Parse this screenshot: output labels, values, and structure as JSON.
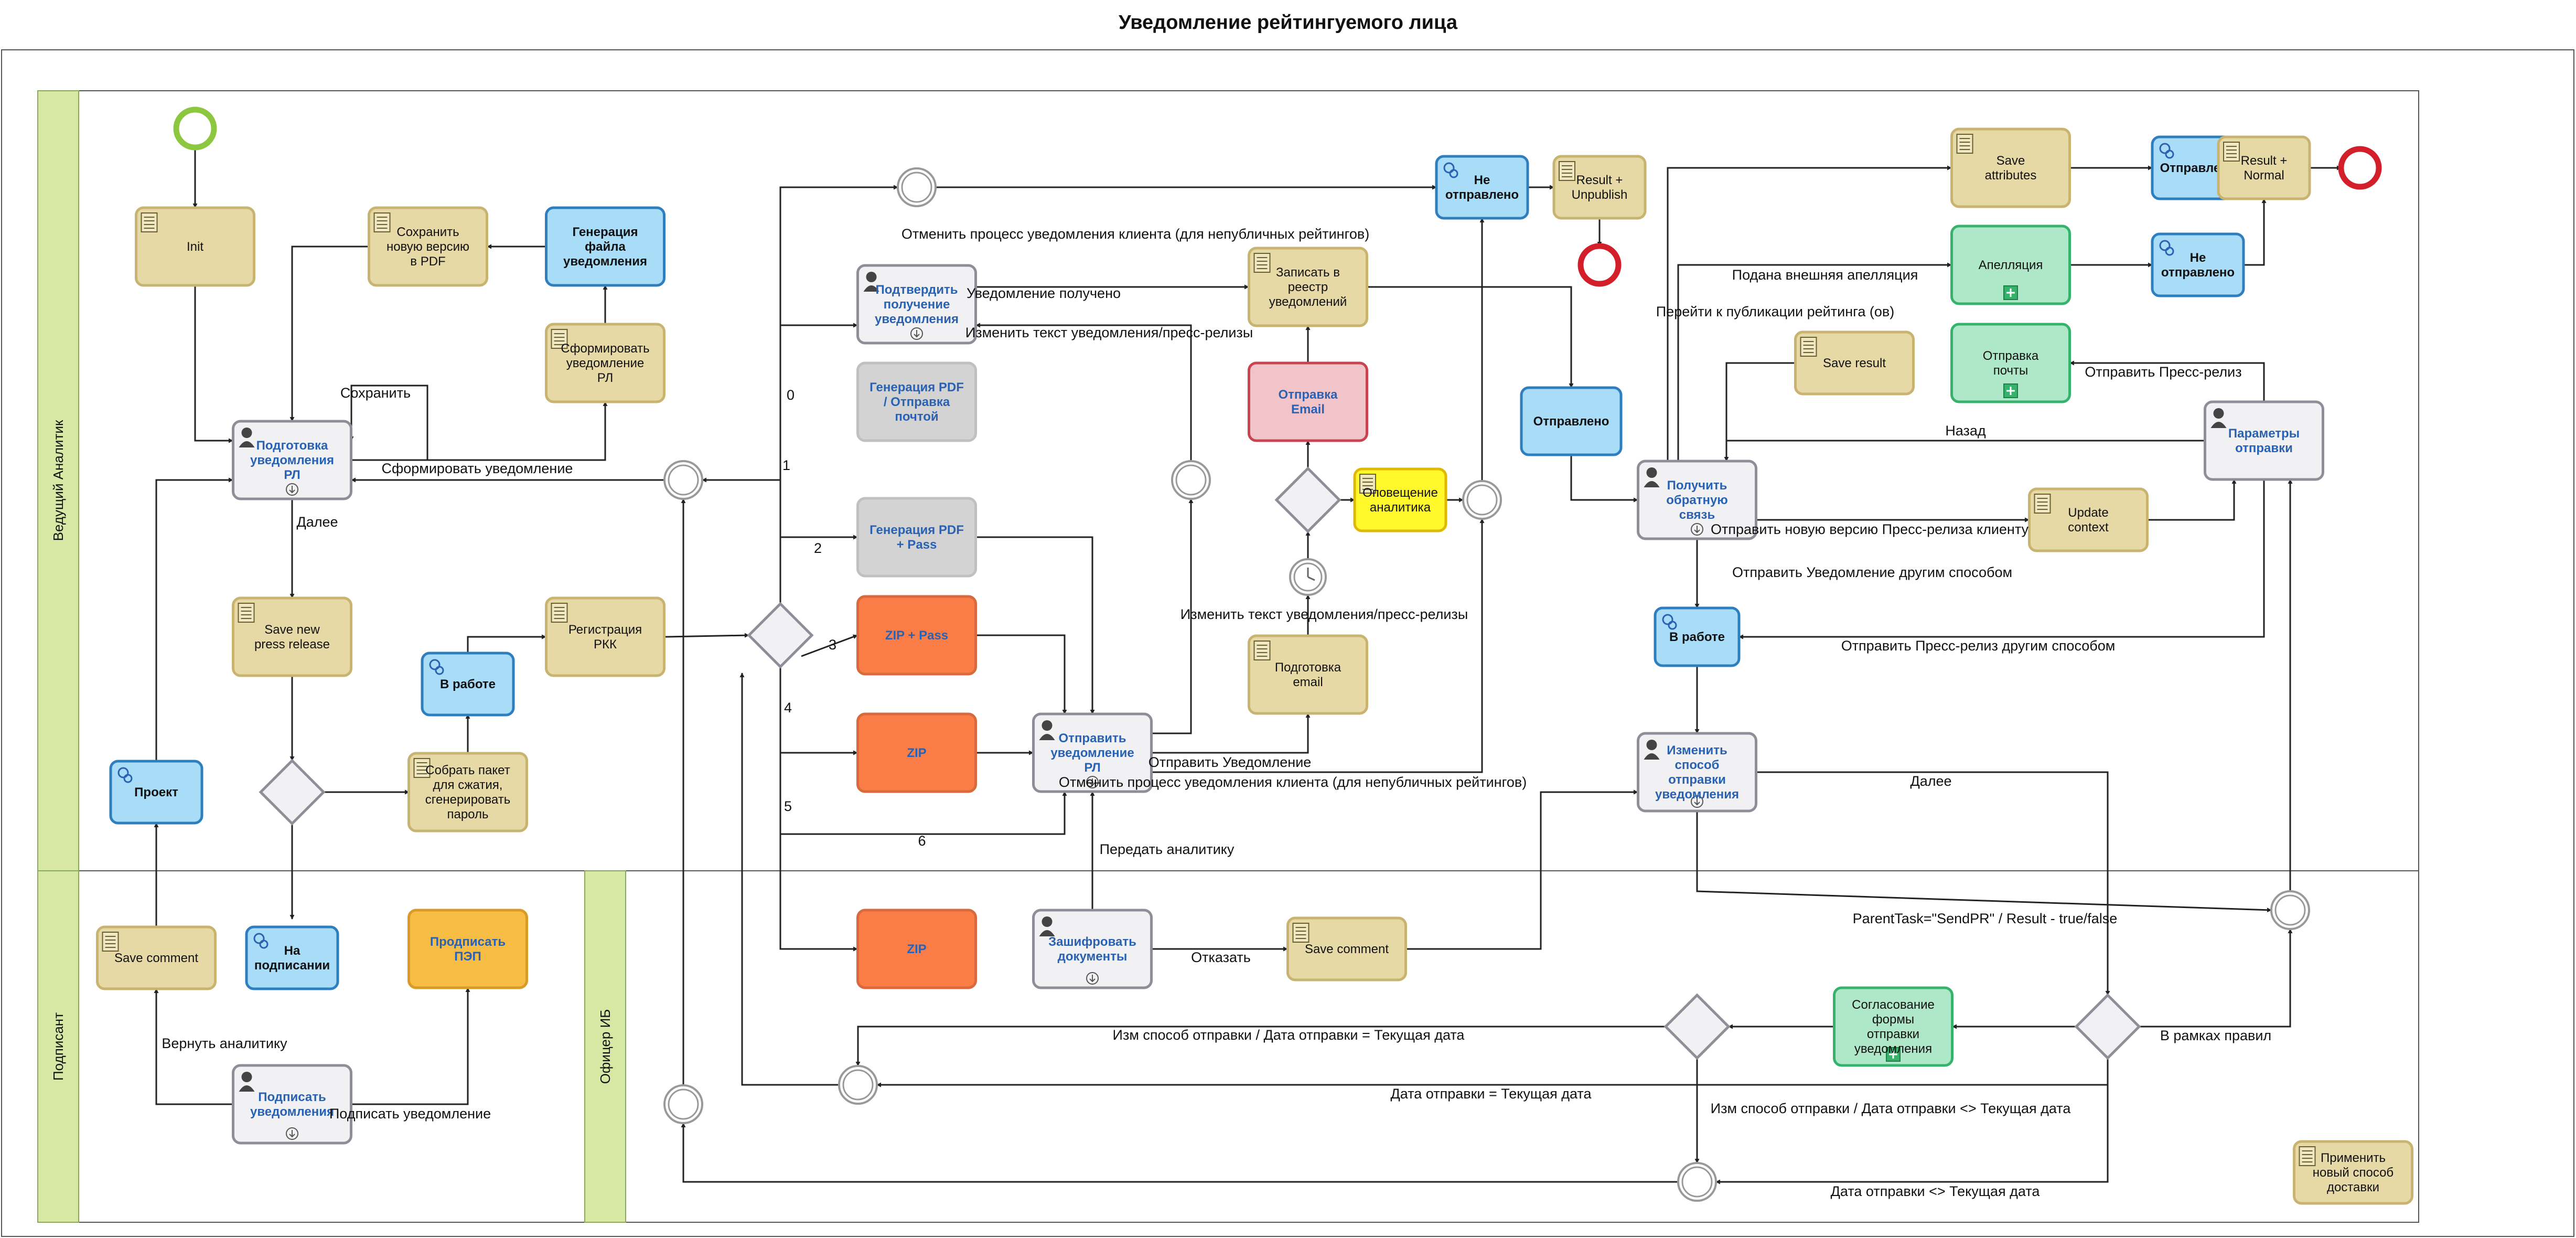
{
  "title": "Уведомление рейтингуемого лица",
  "lanes": {
    "lead": "Ведущий Аналитик",
    "signer": "Подписант",
    "officer": "Офицер ИБ"
  },
  "colors": {
    "script": "#e6d9a6",
    "script_border": "#c8b470",
    "service": "#a8dcf7",
    "service_border": "#2f7fbe",
    "user": "#f1f1f3",
    "user_border": "#8e8e99",
    "subprocess": "#aee8c8",
    "subprocess_border": "#35b36c",
    "orange": "#fa7d47",
    "amber": "#f6bc44",
    "grey": "#d3d3d3",
    "pink": "#f1c4c9",
    "yellow": "#fff82a",
    "lane_band": "#d6e8a3",
    "start": "#8dc63f",
    "end": "#d21f2a",
    "link": "#2a62b3"
  },
  "tasks": {
    "init": "Init",
    "save_pdf": "Сохранить новую версию в PDF",
    "gen_file": "Генерация файла уведомления",
    "form_notice": "Сформировать уведомление РЛ",
    "prep_notice": "Подготовка уведомления РЛ",
    "save_press": "Save new press release",
    "in_work1": "В работе",
    "reg_rkk": "Регистрация РКК",
    "collect_pack": "Собрать пакет для сжатия, сгенерировать пароль",
    "project": "Проект",
    "confirm_receipt": "Подтвердить получение уведомления",
    "gen_pdf_mail": "Генерация PDF / Отправка почтой",
    "gen_pdf_pass": "Генерация PDF + Pass",
    "zip_pass": "ZIP + Pass",
    "zip1": "ZIP",
    "send_notice": "Отправить уведомление РЛ",
    "write_registry": "Записать в реестр уведомлений",
    "send_email": "Отправка Email",
    "alert_analyst": "Оповещение аналитика",
    "prep_email": "Подготовка email",
    "not_sent1": "Не отправлено",
    "result_unpublish": "Result + Unpublish",
    "sent1": "Отправлено",
    "get_feedback": "Получить обратную связь",
    "save_attributes": "Save attributes",
    "sent2": "Отправлено",
    "result_normal": "Result + Normal",
    "appeal": "Апелляция",
    "not_sent2": "Не отправлено",
    "save_result": "Save result",
    "send_mail_sub": "Отправка почты",
    "send_params": "Параметры отправки",
    "update_context": "Update context",
    "in_work2": "В работе",
    "change_method": "Изменить способ отправки уведомления",
    "save_comment1": "Save comment",
    "on_signing": "На подписании",
    "sign_pep": "Продписать ПЭП",
    "sign_notice": "Подписать уведомления",
    "zip2": "ZIP",
    "encrypt_docs": "Зашифровать документы",
    "save_comment2": "Save comment",
    "approve_form": "Согласование формы отправки уведомления",
    "apply_new": "Применить новый способ доставки"
  },
  "flows": {
    "save": "Сохранить",
    "form_notice": "Сформировать уведомление",
    "next1": "Далее",
    "cancel_top": "Отменить процесс уведомления клиента (для непубличных рейтингов)",
    "received": "Уведомление получено",
    "change_text1": "Изменить текст уведомления/пресс-релизы",
    "g0": "0",
    "g1": "1",
    "g2": "2",
    "g3": "3",
    "g4": "4",
    "g5": "5",
    "g6": "6",
    "change_text2": "Изменить текст уведомления/пресс-релизы",
    "send_notice": "Отправить Уведомление",
    "cancel_bottom": "Отменить процесс уведомления клиента (для непубличных рейтингов)",
    "pass_analytics": "Передать аналитику",
    "refuse": "Отказать",
    "appeal_filed": "Подана внешняя апелляция",
    "go_publish": "Перейти к публикации рейтинга (ов)",
    "send_press": "Отправить Пресс-релиз",
    "back": "Назад",
    "send_new_version": "Отправить новую версию Пресс-релиза клиенту",
    "send_other": "Отправить Уведомление другим способом",
    "send_press_other": "Отправить Пресс-релиз другим способом",
    "next2": "Далее",
    "parent_task": "ParentTask=\"SendPR\" / Result  - true/false",
    "within_rules": "В рамках правил",
    "change_date_eq": "Изм способ отправки / Дата отправки = Текущая дата",
    "date_eq": "Дата отправки = Текущая дата",
    "change_date_ne": "Изм способ отправки / Дата отправки <> Текущая дата",
    "date_ne": "Дата отправки <> Текущая дата",
    "return_analytics": "Вернуть аналитику",
    "sign_notice": "Подписать уведомление"
  }
}
